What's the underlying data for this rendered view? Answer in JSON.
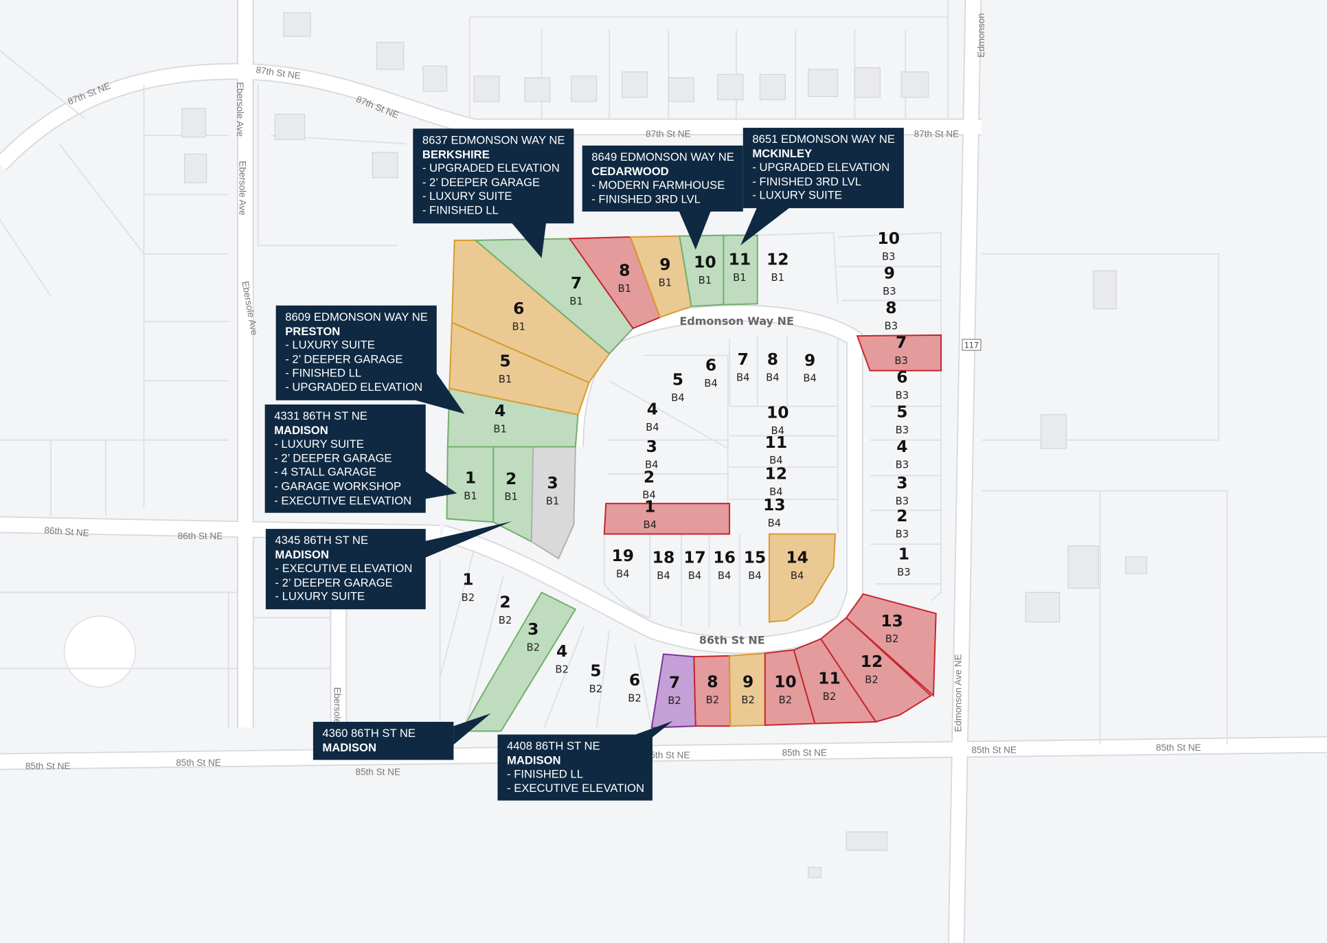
{
  "palette": {
    "available": {
      "fill": "#bfdcbf",
      "stroke": "#72ad6c"
    },
    "pending": {
      "fill": "#ebc993",
      "stroke": "#d99a2e"
    },
    "sold": {
      "fill": "#e39b9c",
      "stroke": "#c6242c"
    },
    "model": {
      "fill": "#c4a0d6",
      "stroke": "#7b3199"
    },
    "reserved": {
      "fill": "#d9d9d9",
      "stroke": "#b0b0b0"
    },
    "open": {
      "fill": "#f9fafb",
      "stroke": "#cfd3d8"
    }
  },
  "streets": {
    "edmonson_way": "Edmonson Way NE",
    "86th_center": "86th St NE",
    "87th_a": "87th St NE",
    "87th_b": "87th St NE",
    "87th_c": "87th St NE",
    "87th_d": "87th St NE",
    "87th_e": "87th St NE",
    "86th_w1": "86th St NE",
    "86th_w2": "86th St NE",
    "85th_a": "85th St NE",
    "85th_b": "85th St NE",
    "85th_c": "85th St NE",
    "85th_d": "85th St NE",
    "85th_e": "85th St NE",
    "85th_f": "85th St NE",
    "85th_g": "85th St NE",
    "ebersole_a": "Ebersole Ave",
    "ebersole_b": "Ebersole Ave",
    "ebersole_c": "Ebersole Ave",
    "ebersole_d": "Ebersole",
    "edmonson_ave": "Edmonson Ave NE",
    "edmonson_top": "Edmonson",
    "route": "117"
  },
  "lots": [
    {
      "num": "1",
      "block": "B1",
      "status": "available"
    },
    {
      "num": "2",
      "block": "B1",
      "status": "available"
    },
    {
      "num": "3",
      "block": "B1",
      "status": "reserved"
    },
    {
      "num": "4",
      "block": "B1",
      "status": "available"
    },
    {
      "num": "5",
      "block": "B1",
      "status": "pending"
    },
    {
      "num": "6",
      "block": "B1",
      "status": "pending"
    },
    {
      "num": "7",
      "block": "B1",
      "status": "available"
    },
    {
      "num": "8",
      "block": "B1",
      "status": "sold"
    },
    {
      "num": "9",
      "block": "B1",
      "status": "pending"
    },
    {
      "num": "10",
      "block": "B1",
      "status": "available"
    },
    {
      "num": "11",
      "block": "B1",
      "status": "available"
    },
    {
      "num": "12",
      "block": "B1",
      "status": "open"
    },
    {
      "num": "10",
      "block": "B3",
      "status": "open"
    },
    {
      "num": "9",
      "block": "B3",
      "status": "open"
    },
    {
      "num": "8",
      "block": "B3",
      "status": "open"
    },
    {
      "num": "7",
      "block": "B3",
      "status": "sold"
    },
    {
      "num": "6",
      "block": "B3",
      "status": "open"
    },
    {
      "num": "5",
      "block": "B3",
      "status": "open"
    },
    {
      "num": "4",
      "block": "B3",
      "status": "open"
    },
    {
      "num": "3",
      "block": "B3",
      "status": "open"
    },
    {
      "num": "2",
      "block": "B3",
      "status": "open"
    },
    {
      "num": "1",
      "block": "B3",
      "status": "open"
    },
    {
      "num": "5",
      "block": "B4",
      "status": "open"
    },
    {
      "num": "6",
      "block": "B4",
      "status": "open"
    },
    {
      "num": "7",
      "block": "B4",
      "status": "open"
    },
    {
      "num": "8",
      "block": "B4",
      "status": "open"
    },
    {
      "num": "9",
      "block": "B4",
      "status": "open"
    },
    {
      "num": "4",
      "block": "B4",
      "status": "open"
    },
    {
      "num": "3",
      "block": "B4",
      "status": "open"
    },
    {
      "num": "2",
      "block": "B4",
      "status": "open"
    },
    {
      "num": "1",
      "block": "B4",
      "status": "sold"
    },
    {
      "num": "10",
      "block": "B4",
      "status": "open"
    },
    {
      "num": "11",
      "block": "B4",
      "status": "open"
    },
    {
      "num": "12",
      "block": "B4",
      "status": "open"
    },
    {
      "num": "13",
      "block": "B4",
      "status": "open"
    },
    {
      "num": "19",
      "block": "B4",
      "status": "open"
    },
    {
      "num": "18",
      "block": "B4",
      "status": "open"
    },
    {
      "num": "17",
      "block": "B4",
      "status": "open"
    },
    {
      "num": "16",
      "block": "B4",
      "status": "open"
    },
    {
      "num": "15",
      "block": "B4",
      "status": "open"
    },
    {
      "num": "14",
      "block": "B4",
      "status": "pending"
    },
    {
      "num": "1",
      "block": "B2",
      "status": "open"
    },
    {
      "num": "2",
      "block": "B2",
      "status": "open"
    },
    {
      "num": "3",
      "block": "B2",
      "status": "available"
    },
    {
      "num": "4",
      "block": "B2",
      "status": "open"
    },
    {
      "num": "5",
      "block": "B2",
      "status": "open"
    },
    {
      "num": "6",
      "block": "B2",
      "status": "open"
    },
    {
      "num": "7",
      "block": "B2",
      "status": "model"
    },
    {
      "num": "8",
      "block": "B2",
      "status": "sold"
    },
    {
      "num": "9",
      "block": "B2",
      "status": "pending"
    },
    {
      "num": "10",
      "block": "B2",
      "status": "sold"
    },
    {
      "num": "11",
      "block": "B2",
      "status": "sold"
    },
    {
      "num": "12",
      "block": "B2",
      "status": "sold"
    },
    {
      "num": "13",
      "block": "B2",
      "status": "sold"
    }
  ],
  "callouts": [
    {
      "address": "8637 EDMONSON WAY NE",
      "model": "BERKSHIRE",
      "features": [
        "- UPGRADED ELEVATION",
        "- 2’ DEEPER GARAGE",
        "- LUXURY SUITE",
        "- FINISHED LL"
      ]
    },
    {
      "address": "8649 EDMONSON WAY NE",
      "model": "CEDARWOOD",
      "features": [
        "- MODERN FARMHOUSE",
        "- FINISHED 3RD LVL"
      ]
    },
    {
      "address": "8651 EDMONSON WAY NE",
      "model": "MCKINLEY",
      "features": [
        "- UPGRADED ELEVATION",
        "- FINISHED 3RD LVL",
        "- LUXURY SUITE"
      ]
    },
    {
      "address": "8609 EDMONSON WAY NE",
      "model": "PRESTON",
      "features": [
        "- LUXURY SUITE",
        "- 2’ DEEPER GARAGE",
        "- FINISHED LL",
        "- UPGRADED ELEVATION"
      ]
    },
    {
      "address": "4331 86TH ST NE",
      "model": "MADISON",
      "features": [
        "- LUXURY SUITE",
        "- 2’ DEEPER GARAGE",
        "- 4 STALL GARAGE",
        "- GARAGE WORKSHOP",
        "- EXECUTIVE ELEVATION"
      ]
    },
    {
      "address": "4345 86TH ST NE",
      "model": "MADISON",
      "features": [
        "- EXECUTIVE ELEVATION",
        "- 2’ DEEPER GARAGE",
        "- LUXURY SUITE"
      ]
    },
    {
      "address": "4360 86TH ST NE",
      "model": "MADISON",
      "features": []
    },
    {
      "address": "4408 86TH ST NE",
      "model": "MADISON",
      "features": [
        "- FINISHED LL",
        "- EXECUTIVE ELEVATION"
      ]
    }
  ]
}
